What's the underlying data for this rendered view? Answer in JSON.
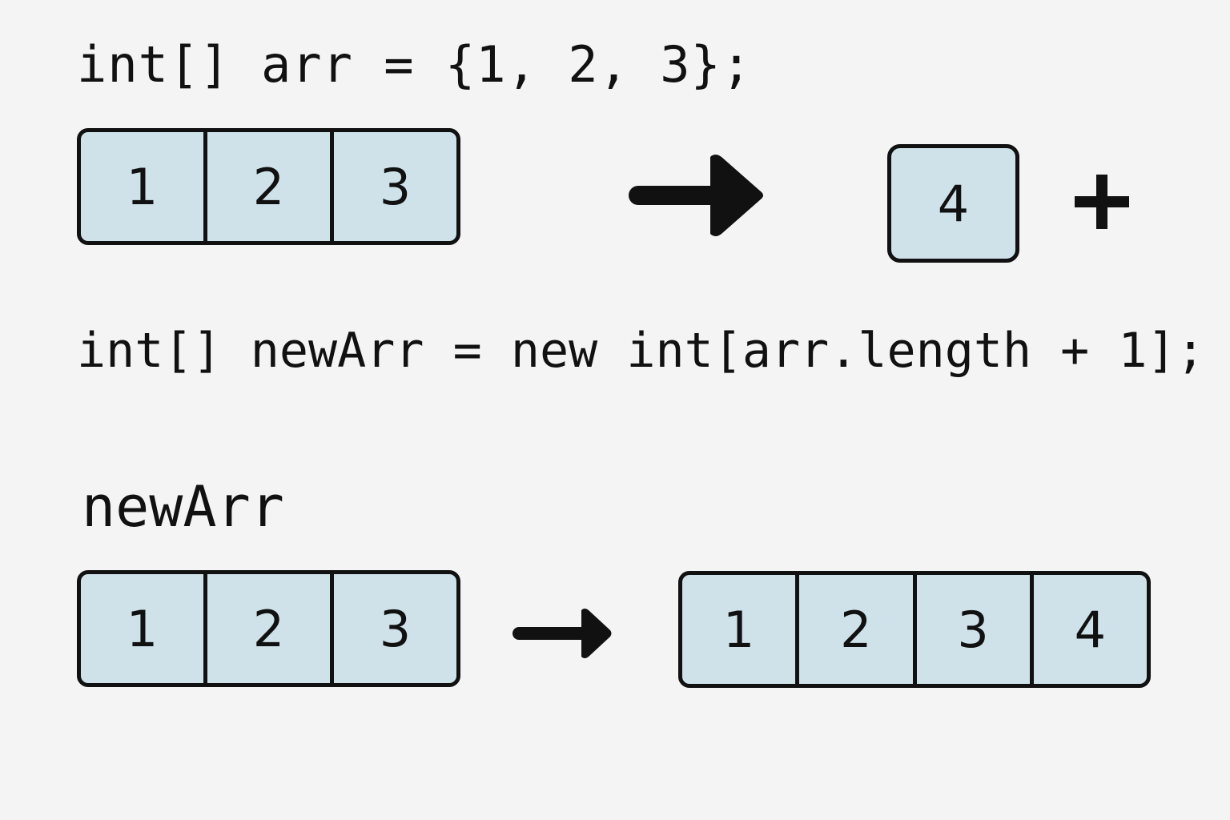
{
  "code": {
    "declaration": "int[] arr = {1, 2, 3};",
    "allocation": "int[] newArr = new int[arr.length + 1];"
  },
  "original_array": {
    "cells": [
      "1",
      "2",
      "3"
    ]
  },
  "new_element": {
    "value": "4"
  },
  "new_array": {
    "label": "newArr",
    "copied_cells": [
      "1",
      "2",
      "3"
    ],
    "result_cells": [
      "1",
      "2",
      "3",
      "4"
    ]
  },
  "icons": {
    "top_arrow": "arrow-right-icon",
    "plus": "plus-icon",
    "bottom_arrow": "arrow-right-icon"
  },
  "colors": {
    "background": "#f4f4f4",
    "cell_fill": "#cfe2ea",
    "outline": "#111111"
  }
}
